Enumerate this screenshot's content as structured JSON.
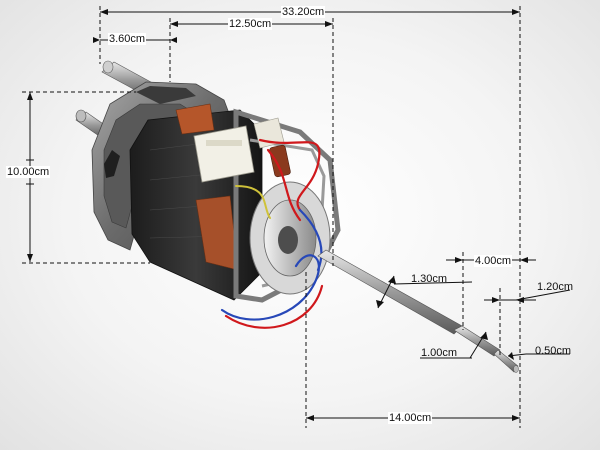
{
  "dimensions": {
    "overall_length": "33.20cm",
    "body_length": "12.50cm",
    "rear_shaft_length": "3.60cm",
    "body_height": "10.00cm",
    "shaft_diameter": "1.30cm",
    "front_segment_length": "4.00cm",
    "tip_length": "1.20cm",
    "step_diameter": "1.00cm",
    "tip_diameter": "0.50cm",
    "front_shaft_length": "14.00cm"
  },
  "colors": {
    "dimension_line": "#111111",
    "stator_core": "#2a2a2a",
    "bracket": "#6e6e6e",
    "wire_red": "#d0181c",
    "wire_blue": "#2748b8",
    "copper": "#b5562a"
  }
}
